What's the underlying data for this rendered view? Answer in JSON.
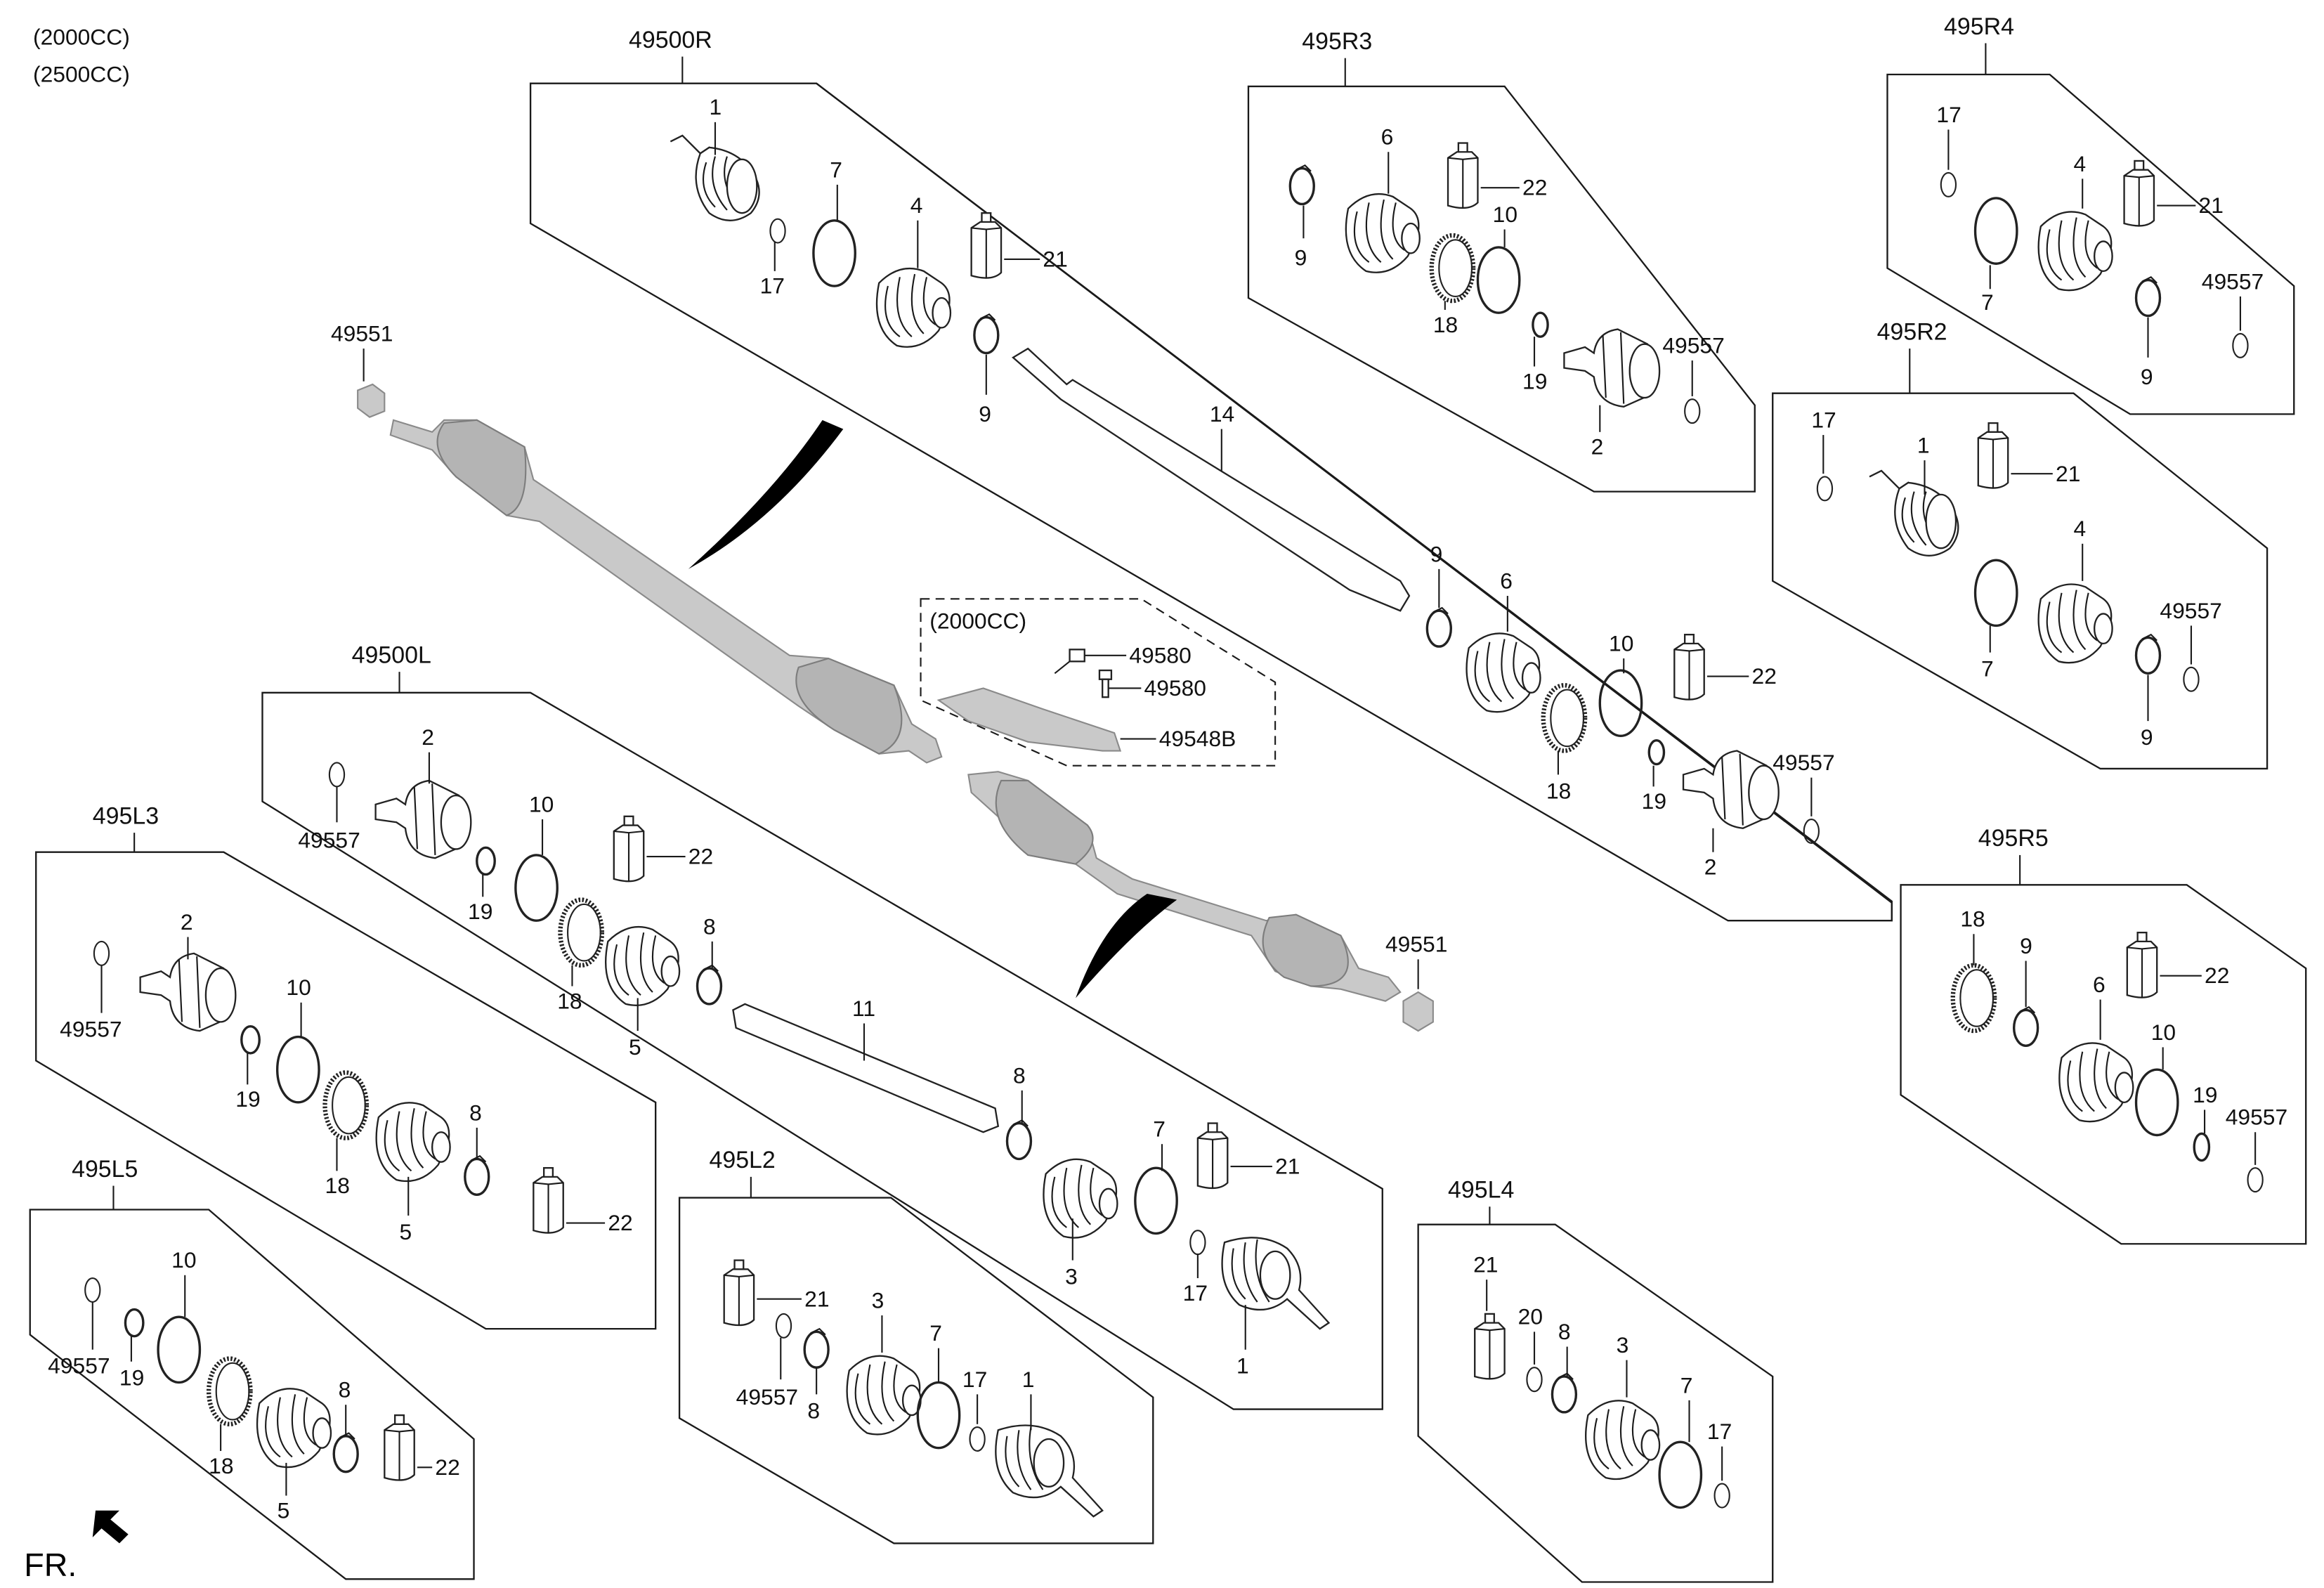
{
  "header": {
    "variants": [
      "(2000CC)",
      "(2500CC)"
    ]
  },
  "orientation": {
    "label": "FR.",
    "icon": "front-direction-arrow-icon"
  },
  "standalone_parts": {
    "nut_top": "49551",
    "nut_bottom": "49551"
  },
  "bracket_group": {
    "variant": "(2000CC)",
    "bolt_1": "49580",
    "bolt_2": "49580",
    "bracket": "49548B"
  },
  "groups": {
    "g49500R": {
      "code": "49500R",
      "labels": {
        "p1": "1",
        "p7": "7",
        "p4": "4",
        "p21": "21",
        "p17": "17",
        "p9a": "9",
        "p14": "14",
        "p9b": "9",
        "p6": "6",
        "p10": "10",
        "p22": "22",
        "p18": "18",
        "p19": "19",
        "p2": "2",
        "p49557": "49557"
      }
    },
    "g495R3": {
      "code": "495R3",
      "labels": {
        "p6": "6",
        "p22": "22",
        "p9": "9",
        "p10": "10",
        "p18": "18",
        "p19": "19",
        "p49557": "49557",
        "p2": "2"
      }
    },
    "g495R4": {
      "code": "495R4",
      "labels": {
        "p17": "17",
        "p4": "4",
        "p21": "21",
        "p7": "7",
        "p49557": "49557",
        "p9": "9"
      }
    },
    "g495R2": {
      "code": "495R2",
      "labels": {
        "p17": "17",
        "p1": "1",
        "p21": "21",
        "p4": "4",
        "p49557": "49557",
        "p7": "7",
        "p9": "9"
      }
    },
    "g495R5": {
      "code": "495R5",
      "labels": {
        "p18": "18",
        "p9": "9",
        "p22": "22",
        "p6": "6",
        "p10": "10",
        "p19": "19",
        "p49557": "49557"
      }
    },
    "g49500L": {
      "code": "49500L",
      "labels": {
        "p2": "2",
        "p49557": "49557",
        "p10": "10",
        "p22": "22",
        "p19": "19",
        "p18": "18",
        "p8a": "8",
        "p5": "5",
        "p11": "11",
        "p8b": "8",
        "p7": "7",
        "p21": "21",
        "p3": "3",
        "p17": "17",
        "p1": "1"
      }
    },
    "g495L3": {
      "code": "495L3",
      "labels": {
        "p2": "2",
        "p49557": "49557",
        "p10": "10",
        "p19": "19",
        "p8": "8",
        "p18": "18",
        "p22": "22",
        "p5": "5"
      }
    },
    "g495L5": {
      "code": "495L5",
      "labels": {
        "p10": "10",
        "p49557": "49557",
        "p19": "19",
        "p8": "8",
        "p18": "18",
        "p22": "22",
        "p5": "5"
      }
    },
    "g495L2": {
      "code": "495L2",
      "labels": {
        "p21": "21",
        "p3": "3",
        "p7": "7",
        "p17": "17",
        "p1": "1",
        "p49557": "49557",
        "p8": "8"
      }
    },
    "g495L4": {
      "code": "495L4",
      "labels": {
        "p21": "21",
        "p20": "20",
        "p8": "8",
        "p3": "3",
        "p7": "7",
        "p17": "17"
      }
    }
  }
}
